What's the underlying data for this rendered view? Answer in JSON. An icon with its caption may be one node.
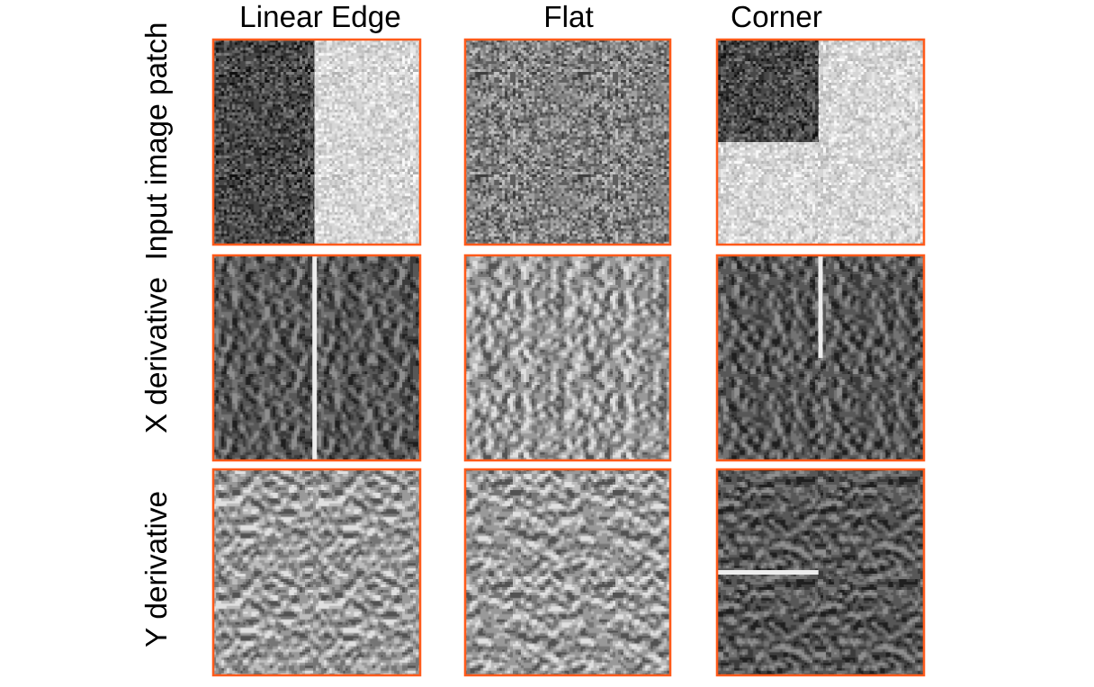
{
  "diagram": {
    "labels": [
      "Linear Edge",
      "Flat",
      "Corner",
      "Input image patch",
      "X derivative",
      "Y derivative"
    ]
  }
}
